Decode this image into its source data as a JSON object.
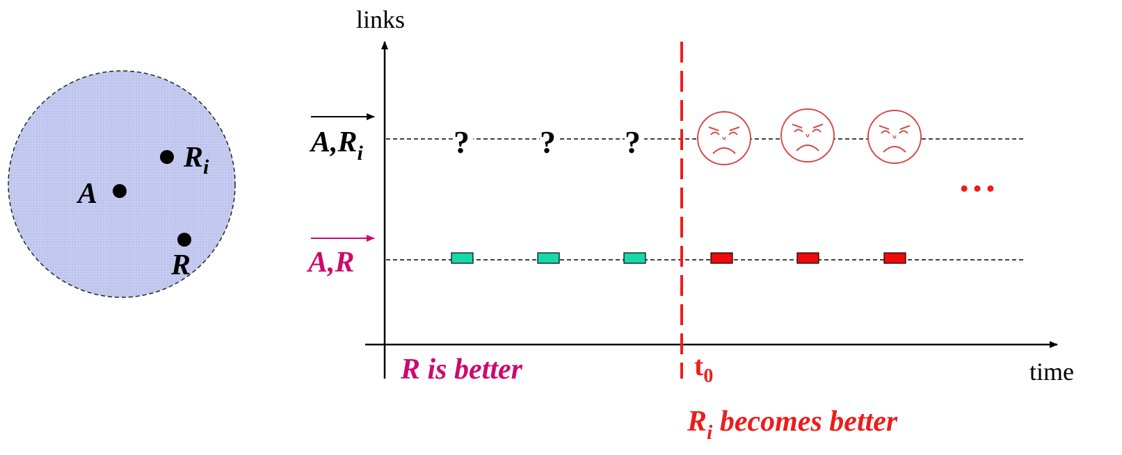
{
  "node_area": {
    "node_a": "A",
    "node_ri": "R",
    "node_ri_sub": "i",
    "node_r": "R"
  },
  "axes": {
    "y_label": "links",
    "x_label": "time"
  },
  "rows": {
    "top_label": "A,R",
    "top_label_sub": "i",
    "bottom_label": "A,R"
  },
  "question_mark": "?",
  "ellipsis": "…",
  "t0_label": "t",
  "t0_sub": "0",
  "left_caption": "R is better",
  "right_caption_prefix": "R",
  "right_caption_sub": "i",
  "right_caption_rest": " becomes better",
  "colors": {
    "circle_fill": "#bcc4ec",
    "magenta": "#cc0a6e",
    "red": "#ee1c1c",
    "green_packet": "#17d9a8",
    "red_packet": "#ee0a0a",
    "face": "#d24a4a"
  }
}
